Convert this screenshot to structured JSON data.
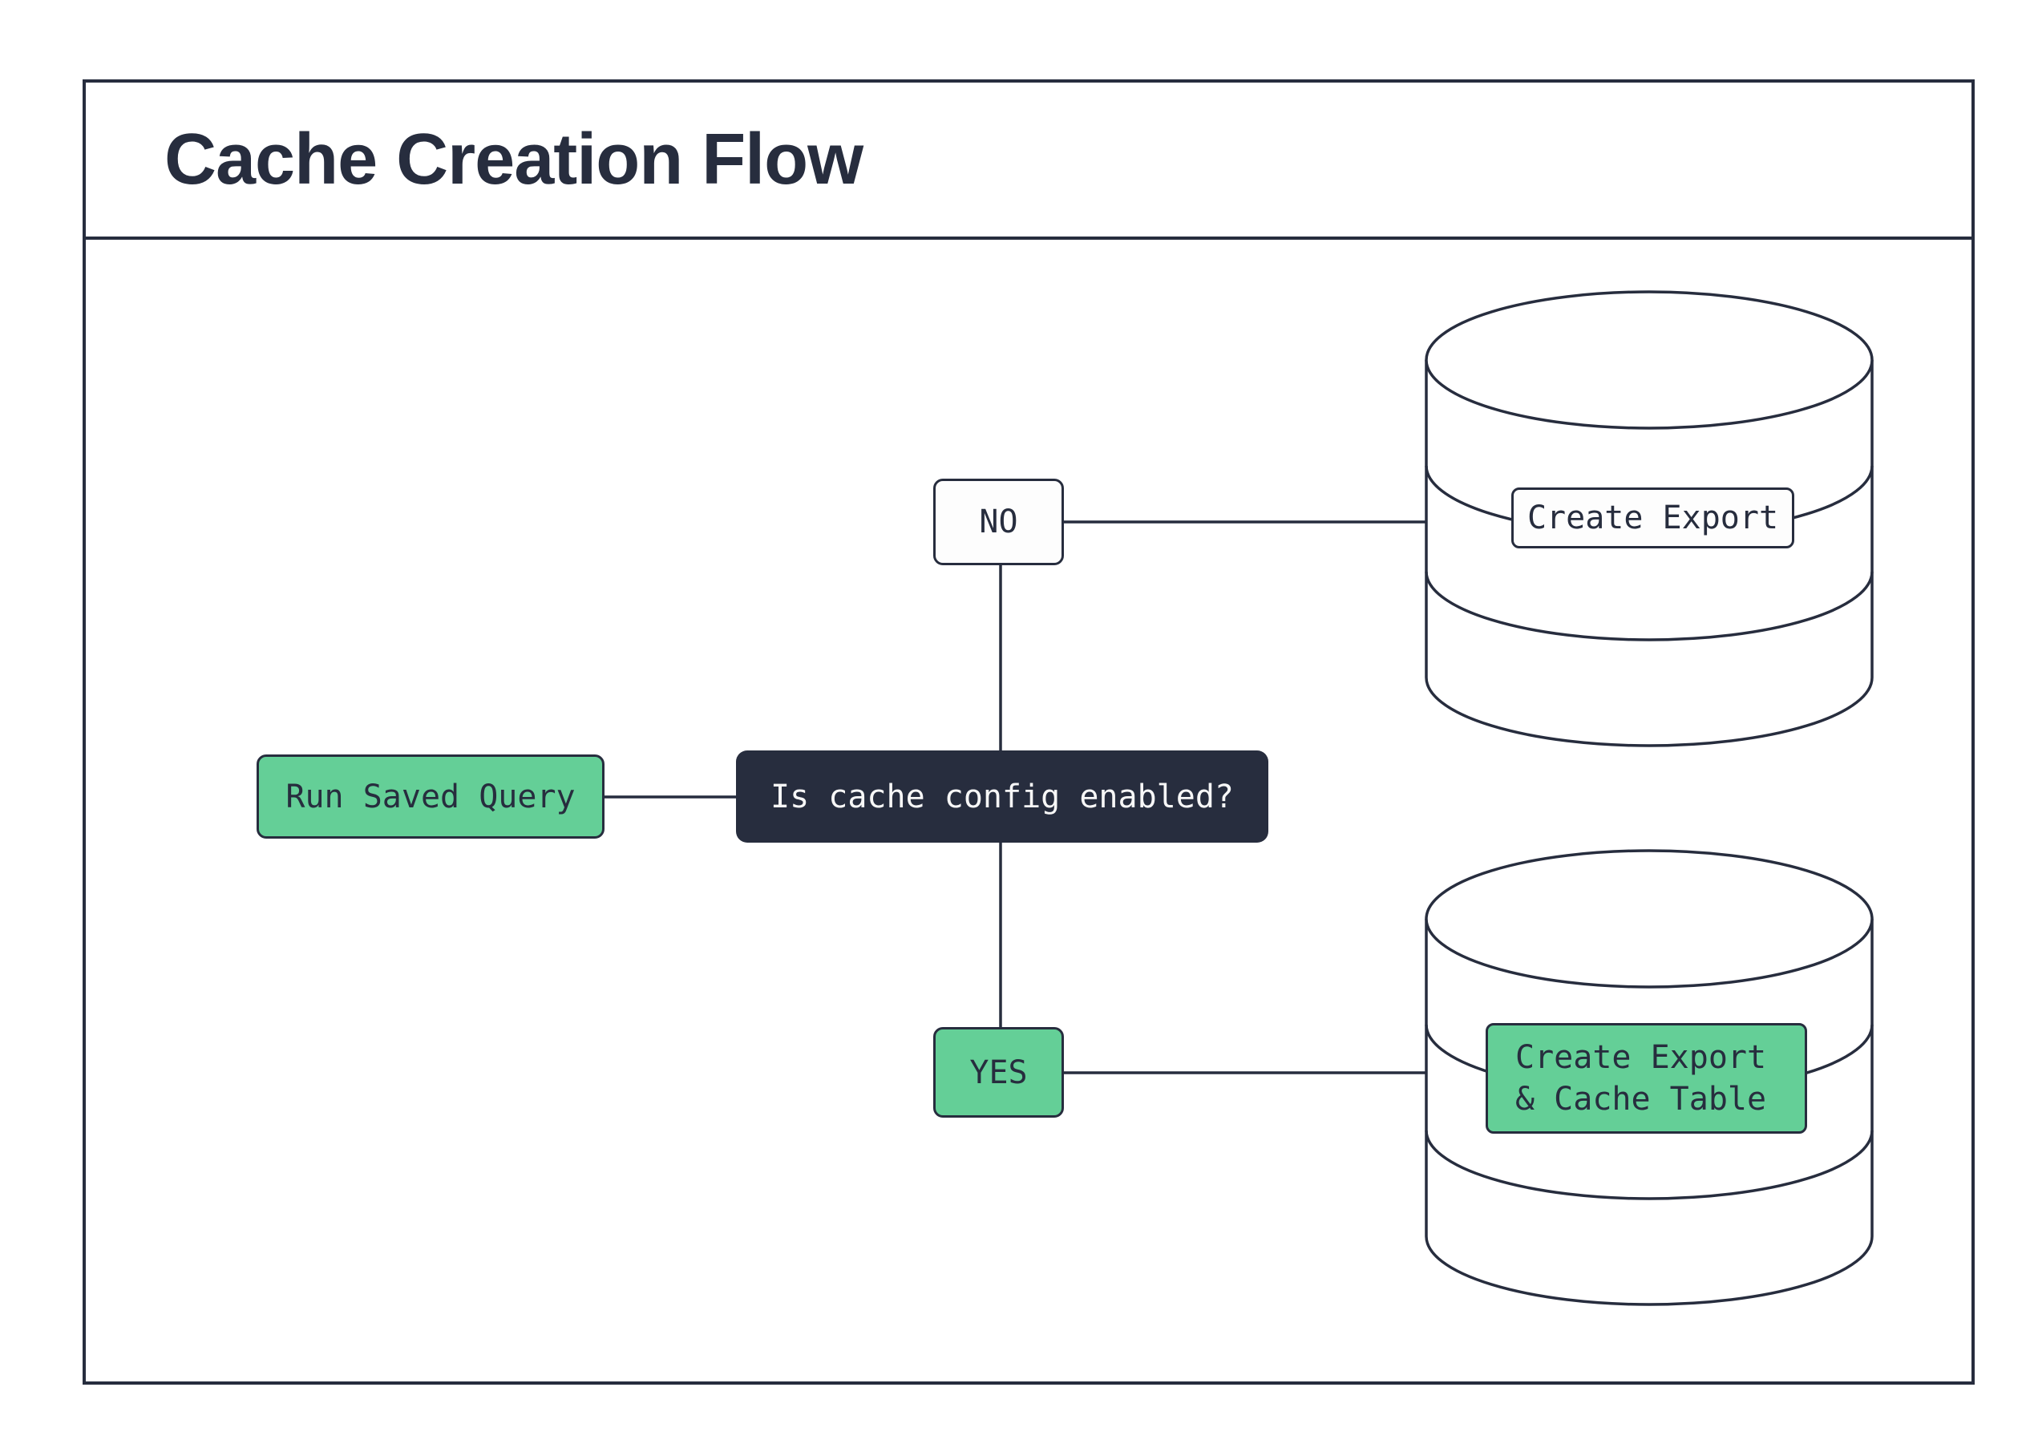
{
  "header": {
    "title": "Cache Creation Flow"
  },
  "nodes": {
    "run_saved_query": {
      "label": "Run Saved Query"
    },
    "question": {
      "label": "Is cache config enabled?"
    },
    "no_branch": {
      "label": "NO"
    },
    "yes_branch": {
      "label": "YES"
    },
    "create_export": {
      "label": "Create Export"
    },
    "create_export_cache": {
      "line1": "Create Export",
      "line2": "& Cache Table"
    }
  },
  "colors": {
    "navy": "#272d3e",
    "green": "#64cf97",
    "background": "#ffffff"
  }
}
